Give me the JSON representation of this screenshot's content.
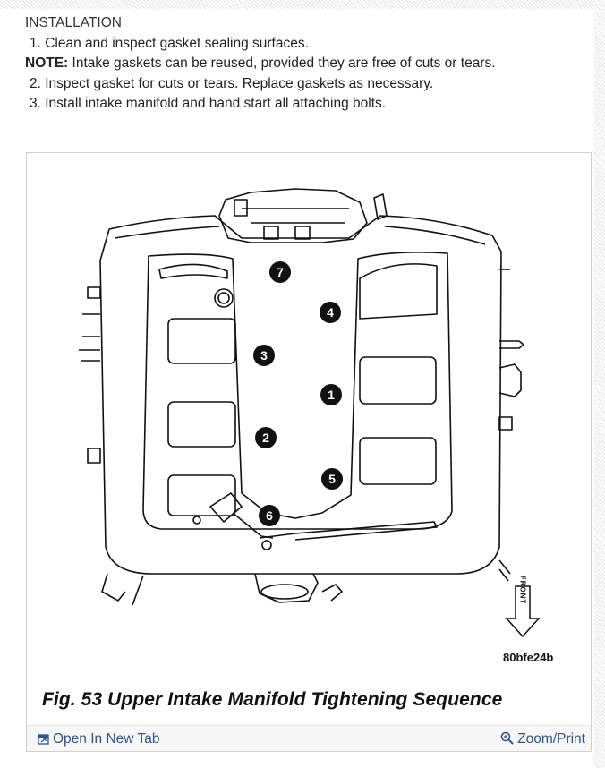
{
  "instructions": {
    "heading": "INSTALLATION",
    "step1": "1. Clean and inspect gasket sealing surfaces.",
    "note_label": "NOTE:",
    "note_text": " Intake gaskets can be reused, provided they are free of cuts or tears.",
    "step2": "2. Inspect gasket for cuts or tears. Replace gaskets as necessary.",
    "step3": "3. Install intake manifold and hand start all attaching bolts."
  },
  "figure": {
    "bolt_sequence": [
      "1",
      "2",
      "3",
      "4",
      "5",
      "6",
      "7"
    ],
    "front_label": "FRONT",
    "code": "80bfe24b",
    "caption": "Fig. 53 Upper Intake Manifold Tightening Sequence"
  },
  "actions": {
    "open_new_tab": "Open In New Tab",
    "zoom_print": "Zoom/Print"
  },
  "icons": {
    "open_new_tab": "external-window-icon",
    "zoom_print": "magnifier-icon"
  },
  "colors": {
    "link": "#2b5590",
    "text": "#222222"
  }
}
